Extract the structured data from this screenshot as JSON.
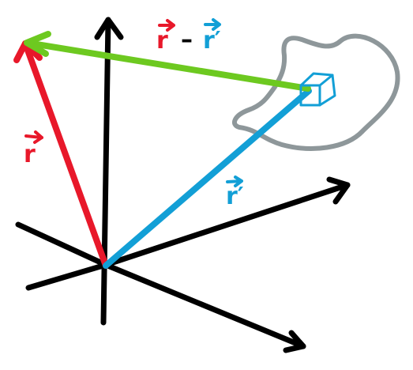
{
  "labels": {
    "r": "r",
    "r_prime": "r′",
    "difference_left": "r",
    "difference_minus": "–",
    "difference_right": "r′"
  },
  "colors": {
    "axes": "#000000",
    "r_vector": "#e8182a",
    "r_prime_vector": "#129fd6",
    "difference_vector": "#6dc920",
    "source_region": "#8e979a",
    "volume_element": "#129fd6",
    "minus_sign": "#000000"
  }
}
